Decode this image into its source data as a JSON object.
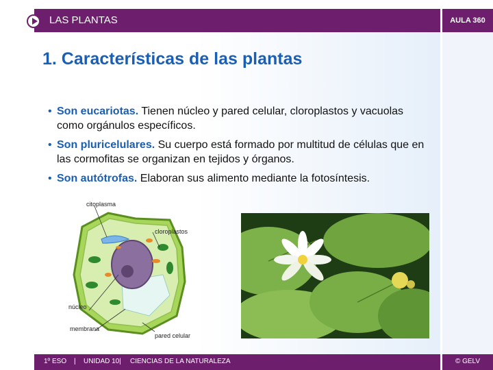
{
  "header": {
    "section_title": "LAS PLANTAS",
    "brand": "AULA 360"
  },
  "slide": {
    "title": "1. Características de las plantas",
    "bullets": [
      {
        "term": "Son eucariotas.",
        "text": " Tienen núcleo y pared celular, cloroplastos y vacuolas como orgánulos específicos."
      },
      {
        "term": "Son pluricelulares.",
        "text": " Su cuerpo está formado por multitud de células que en las cormofitas se organizan en tejidos y órganos."
      },
      {
        "term": "Son autótrofas.",
        "text": " Elaboran sus alimento mediante la fotosíntesis."
      }
    ]
  },
  "cell_diagram": {
    "labels": {
      "cytoplasm": "citoplasma",
      "chloroplasts": "cloroplastos",
      "nucleus": "núcleo",
      "membrane": "membrana",
      "cell_wall": "pared celular"
    }
  },
  "footer": {
    "course": "1º ESO",
    "separator": "|",
    "unit": "UNIDAD 10|",
    "subject": "CIENCIAS DE LA NATURALEZA",
    "copyright": "© GELV"
  },
  "colors": {
    "brand_purple": "#6d1f6e",
    "title_blue": "#1a5fb4"
  }
}
